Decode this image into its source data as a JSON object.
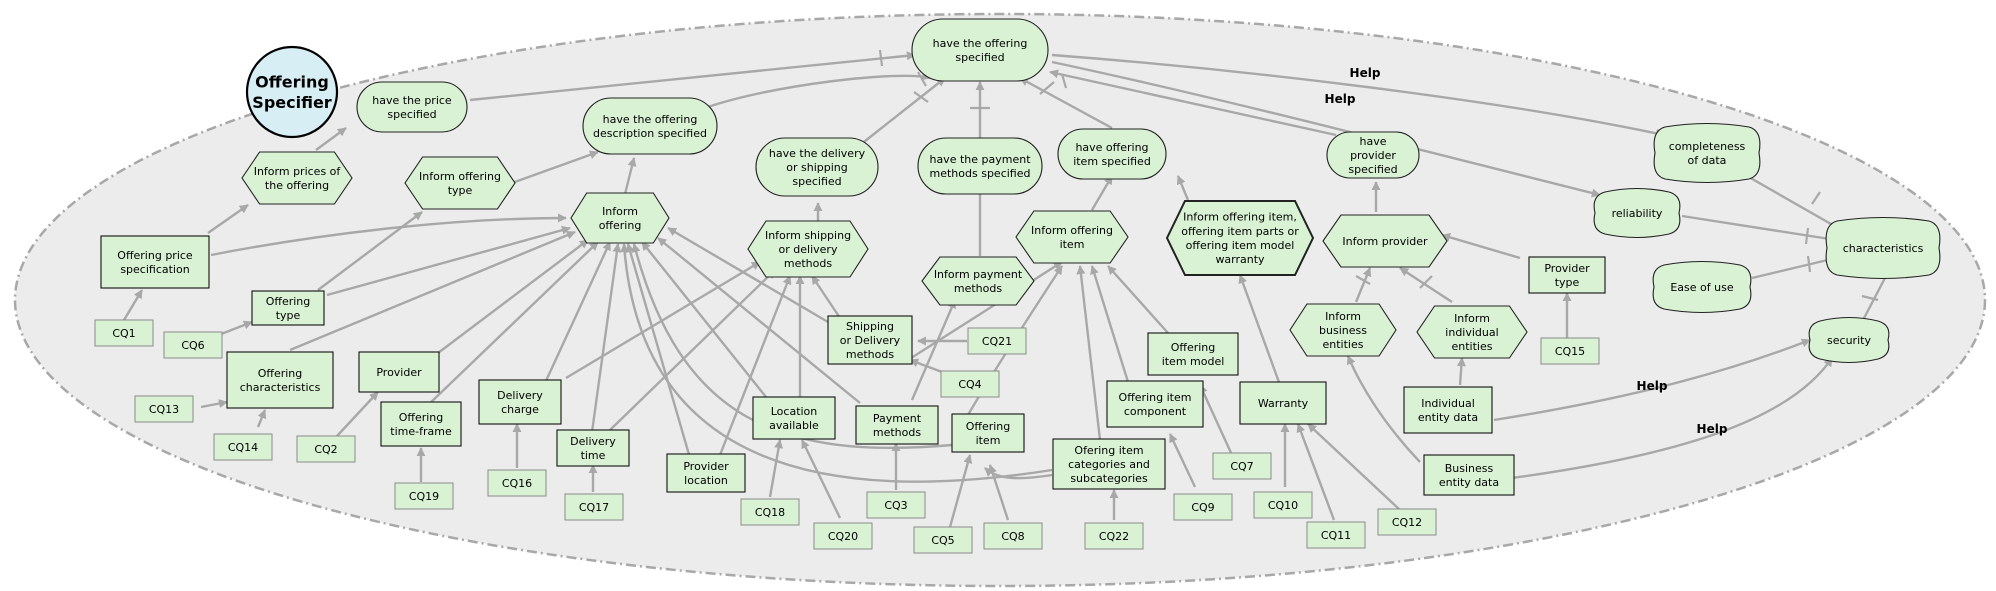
{
  "actor": {
    "label": [
      "Offering",
      "Specifier"
    ]
  },
  "softgoals": [
    {
      "id": "sg_completeness",
      "label": [
        "completeness",
        "of data"
      ]
    },
    {
      "id": "sg_reliability",
      "label": [
        "reliability"
      ]
    },
    {
      "id": "sg_characteristics",
      "label": [
        "characteristics"
      ]
    },
    {
      "id": "sg_ease",
      "label": [
        "Ease of use"
      ]
    },
    {
      "id": "sg_security",
      "label": [
        "security"
      ]
    }
  ],
  "goals": [
    {
      "id": "g_offering",
      "label": [
        "have the offering",
        "specified"
      ]
    },
    {
      "id": "g_price",
      "label": [
        "have the price",
        "specified"
      ]
    },
    {
      "id": "g_desc",
      "label": [
        "have the offering",
        "description specified"
      ]
    },
    {
      "id": "g_delivery",
      "label": [
        "have the delivery",
        "or shipping",
        "specified"
      ]
    },
    {
      "id": "g_payment",
      "label": [
        "have the payment",
        "methods specified"
      ]
    },
    {
      "id": "g_item",
      "label": [
        "have offering",
        "item specified"
      ]
    },
    {
      "id": "g_provider",
      "label": [
        "have",
        "provider",
        "specified"
      ]
    }
  ],
  "tasks": [
    {
      "id": "t_prices",
      "label": [
        "Inform prices of",
        "the offering"
      ]
    },
    {
      "id": "t_type",
      "label": [
        "Inform offering",
        "type"
      ]
    },
    {
      "id": "t_offering",
      "label": [
        "Inform",
        "offering"
      ]
    },
    {
      "id": "t_shipping",
      "label": [
        "Inform shipping",
        "or delivery",
        "methods"
      ]
    },
    {
      "id": "t_payment",
      "label": [
        "Inform payment",
        "methods"
      ]
    },
    {
      "id": "t_item",
      "label": [
        "Inform offering",
        "item"
      ]
    },
    {
      "id": "t_parts",
      "label": [
        "Inform offering item,",
        "offering item parts or",
        "offering item model",
        "warranty"
      ]
    },
    {
      "id": "t_provider",
      "label": [
        "Inform provider"
      ]
    },
    {
      "id": "t_business",
      "label": [
        "Inform",
        "business",
        "entities"
      ]
    },
    {
      "id": "t_individual",
      "label": [
        "Inform",
        "individual",
        "entities"
      ]
    }
  ],
  "resources": [
    {
      "id": "r_price_spec",
      "label": [
        "Offering price",
        "specification"
      ]
    },
    {
      "id": "r_type",
      "label": [
        "Offering",
        "type"
      ]
    },
    {
      "id": "r_characteristics",
      "label": [
        "Offering",
        "characteristics"
      ]
    },
    {
      "id": "r_provider",
      "label": [
        "Provider"
      ]
    },
    {
      "id": "r_timeframe",
      "label": [
        "Offering",
        "time-frame"
      ]
    },
    {
      "id": "r_delivery_charge",
      "label": [
        "Delivery",
        "charge"
      ]
    },
    {
      "id": "r_delivery_time",
      "label": [
        "Delivery",
        "time"
      ]
    },
    {
      "id": "r_provider_location",
      "label": [
        "Provider",
        "location"
      ]
    },
    {
      "id": "r_location",
      "label": [
        "Location",
        "available"
      ]
    },
    {
      "id": "r_shipping_methods",
      "label": [
        "Shipping",
        "or Delivery",
        "methods"
      ]
    },
    {
      "id": "r_payment_methods",
      "label": [
        "Payment",
        "methods"
      ]
    },
    {
      "id": "r_item",
      "label": [
        "Offering",
        "item"
      ]
    },
    {
      "id": "r_categories",
      "label": [
        "Ofering item",
        "categories and",
        "subcategories"
      ]
    },
    {
      "id": "r_component",
      "label": [
        "Offering item",
        "component"
      ]
    },
    {
      "id": "r_model",
      "label": [
        "Offering",
        "item model"
      ]
    },
    {
      "id": "r_warranty",
      "label": [
        "Warranty"
      ]
    },
    {
      "id": "r_individual_data",
      "label": [
        "Individual",
        "entity data"
      ]
    },
    {
      "id": "r_business_data",
      "label": [
        "Business",
        "entity data"
      ]
    },
    {
      "id": "r_provider_type",
      "label": [
        "Provider",
        "type"
      ]
    }
  ],
  "questions": [
    "CQ1",
    "CQ6",
    "CQ13",
    "CQ14",
    "CQ2",
    "CQ19",
    "CQ16",
    "CQ17",
    "CQ18",
    "CQ20",
    "CQ3",
    "CQ21",
    "CQ4",
    "CQ5",
    "CQ8",
    "CQ22",
    "CQ9",
    "CQ7",
    "CQ10",
    "CQ11",
    "CQ12",
    "CQ15"
  ],
  "contributions": {
    "help": "Help"
  }
}
